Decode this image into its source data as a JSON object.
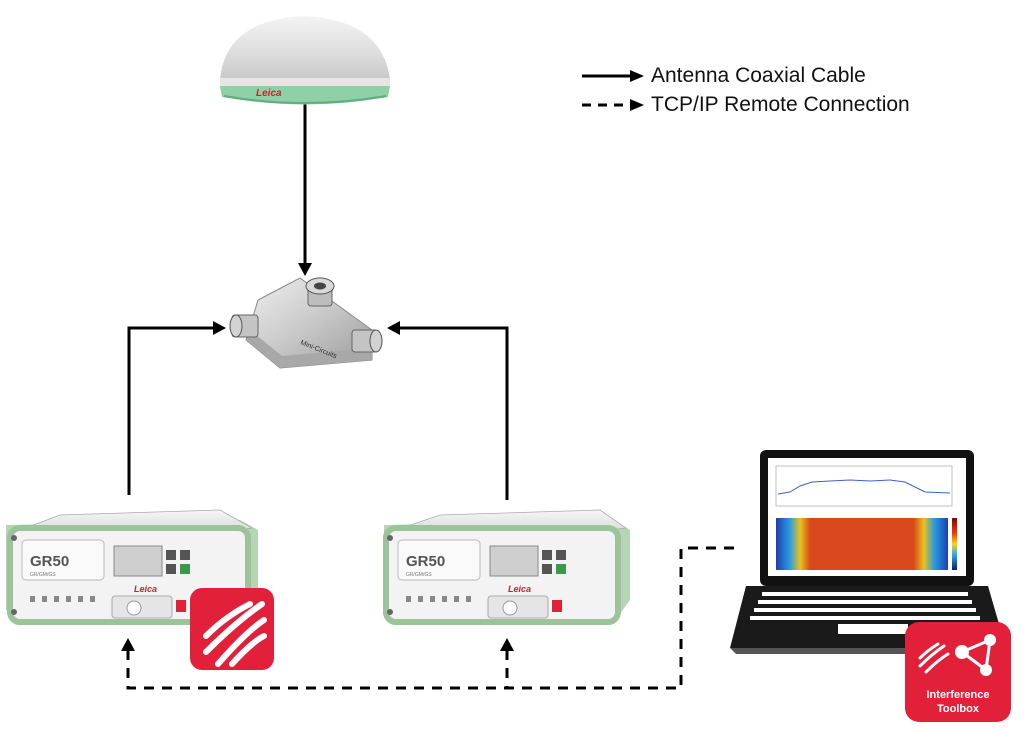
{
  "legend": {
    "solid": "Antenna Coaxial Cable",
    "dashed": "TCP/IP Remote Connection"
  },
  "antenna": {
    "brand": "Leica"
  },
  "splitter": {
    "brand": "Mini-Circuits"
  },
  "receivers": [
    {
      "model": "GR50",
      "series": "GR/GM/GS",
      "brand": "Leica"
    },
    {
      "model": "GR50",
      "series": "GR/GM/GS",
      "brand": "Leica"
    }
  ],
  "toolbox_badge": {
    "line1": "Interference",
    "line2": "Toolbox"
  },
  "colors": {
    "line": "#000000",
    "leica_red": "#e2203a",
    "receiver_green": "#9cc39a",
    "antenna_green": "#8fd0a6"
  }
}
